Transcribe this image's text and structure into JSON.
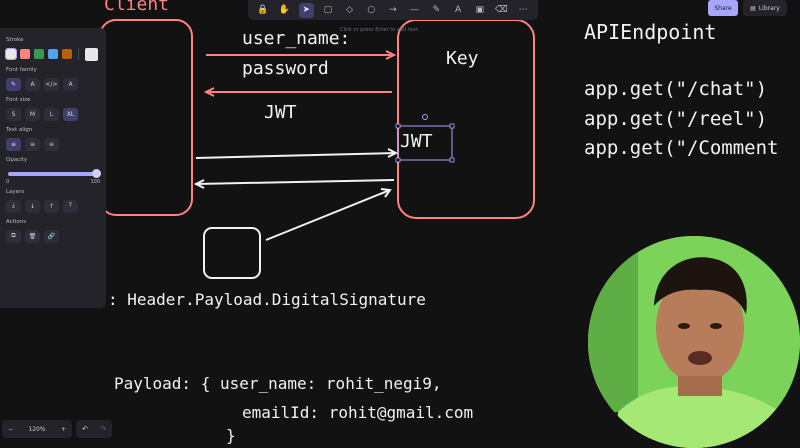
{
  "toolbar": {
    "tools": [
      {
        "icon": "lock-icon",
        "glyph": "🔒"
      },
      {
        "icon": "hand-icon",
        "glyph": "✋"
      },
      {
        "icon": "select-icon",
        "glyph": "➤"
      },
      {
        "icon": "rectangle-icon",
        "glyph": "▢"
      },
      {
        "icon": "diamond-icon",
        "glyph": "◇"
      },
      {
        "icon": "ellipse-icon",
        "glyph": "○"
      },
      {
        "icon": "arrow-icon",
        "glyph": "→"
      },
      {
        "icon": "line-icon",
        "glyph": "—"
      },
      {
        "icon": "pencil-icon",
        "glyph": "✎"
      },
      {
        "icon": "text-icon",
        "glyph": "A"
      },
      {
        "icon": "image-icon",
        "glyph": "▣"
      },
      {
        "icon": "eraser-icon",
        "glyph": "⌫"
      },
      {
        "icon": "more-tools-icon",
        "glyph": "⋯"
      }
    ],
    "active_tool": "select-icon",
    "hint": "Click or press Enter to edit text"
  },
  "top_right": {
    "share_label": "Share",
    "library_label": "Library"
  },
  "panel": {
    "stroke_label": "Stroke",
    "stroke_colors": [
      "#e8e8e8",
      "#ff8383",
      "#3a994c",
      "#56a2e8",
      "#b76100"
    ],
    "selected_stroke": "#e8e8e8",
    "font_family_label": "Font family",
    "font_size_label": "Font size",
    "font_sizes": [
      "S",
      "M",
      "L",
      "XL"
    ],
    "selected_font_size": "XL",
    "text_align_label": "Text align",
    "opacity_label": "Opacity",
    "opacity_min": "0",
    "opacity_max": "100",
    "opacity_value": 100,
    "layers_label": "Layers",
    "actions_label": "Actions"
  },
  "zoom": {
    "minus": "−",
    "value": "120%",
    "plus": "+"
  },
  "canvas": {
    "client_label": "Client",
    "key_label": "Key",
    "msg_username": "user_name:",
    "msg_password": "password",
    "msg_jwt": "JWT",
    "box_jwt": "JWT",
    "jwt_format": ": Header.Payload.DigitalSignature",
    "payload_line1": "Payload: { user_name: rohit_negi9,",
    "payload_line2": "emailId: rohit@gmail.com",
    "payload_line3": "}",
    "api_title": "APIEndpoint",
    "api_routes": [
      "app.get(\"/chat\")",
      "app.get(\"/reel\")",
      "app.get(\"/Comment"
    ]
  },
  "colors": {
    "canvas_bg": "#121212",
    "red_stroke": "#ff8383",
    "white_stroke": "#f2f2f2",
    "ui_panel": "#232329",
    "accent": "#a8a5ff"
  }
}
